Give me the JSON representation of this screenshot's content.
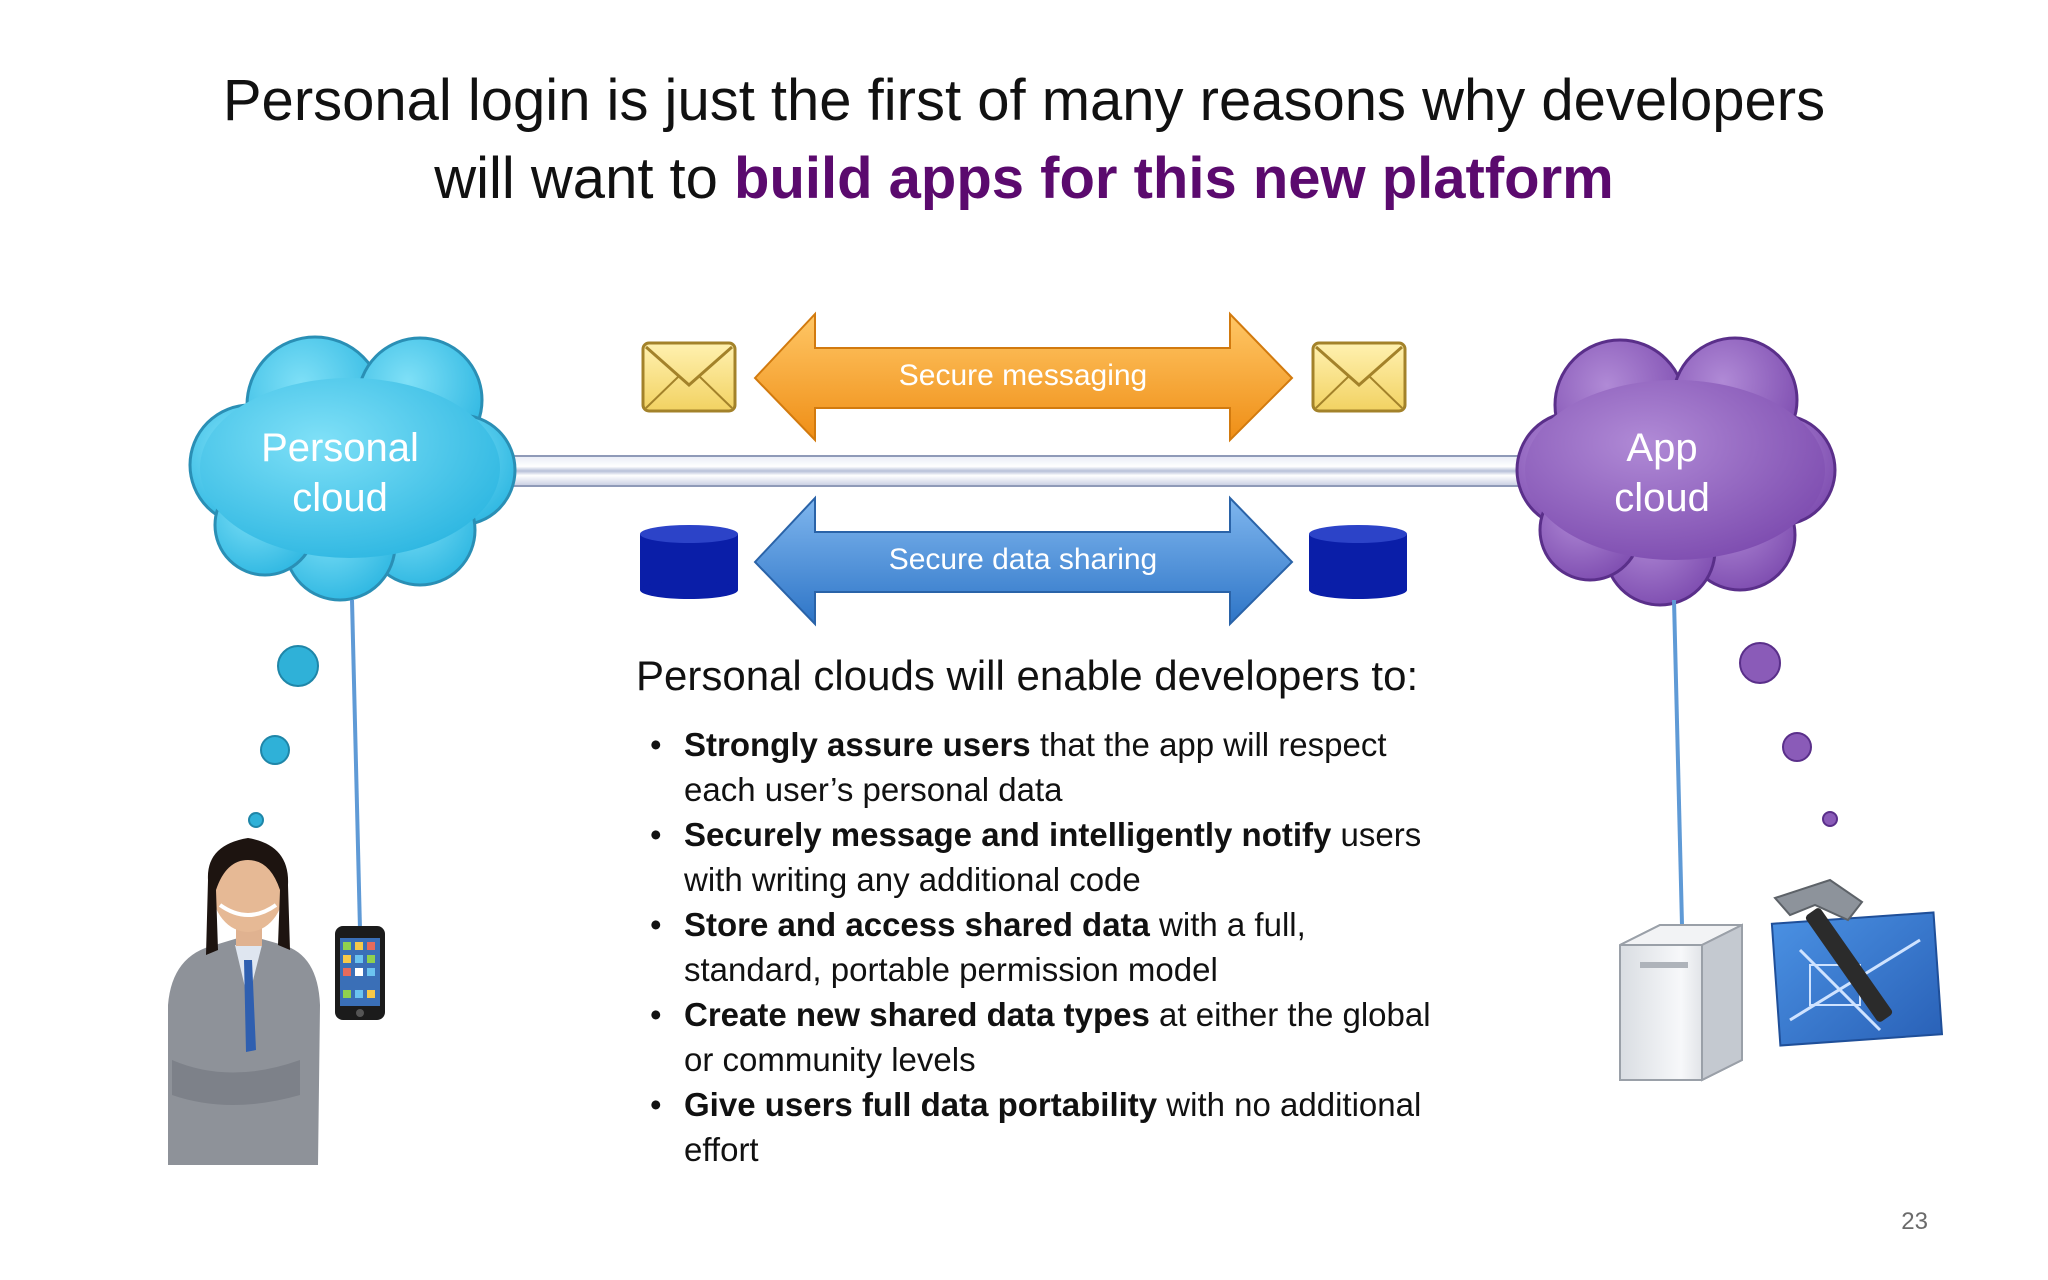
{
  "title": {
    "line1": "Personal login is just the first of many reasons why developers",
    "line2_prefix": "will want to ",
    "line2_highlight": "build apps for this new platform"
  },
  "clouds": {
    "personal": {
      "line1": "Personal",
      "line2": "cloud",
      "color": "#3cc3e6"
    },
    "app": {
      "line1": "App",
      "line2": "cloud",
      "color": "#8a5bb8"
    }
  },
  "arrows": {
    "messaging": {
      "label": "Secure messaging",
      "color": "#f3a028"
    },
    "data_sharing": {
      "label": "Secure data sharing",
      "color": "#3d86d3"
    }
  },
  "icons": {
    "envelope": "envelope-icon",
    "database": "database-icon",
    "phone": "smartphone-icon",
    "server": "server-icon",
    "tools": "hammer-blueprint-icon",
    "person": "woman-photo"
  },
  "subheading": "Personal clouds will enable developers to:",
  "bullets": [
    {
      "bold": "Strongly assure users",
      "rest": " that the app will respect each user’s personal data"
    },
    {
      "bold": "Securely message and intelligently notify",
      "rest": " users with writing any additional code"
    },
    {
      "bold": "Store and access shared data",
      "rest": " with a full, standard, portable permission model"
    },
    {
      "bold": "Create new shared data types",
      "rest": " at either the global or community levels"
    },
    {
      "bold": "Give users full data portability",
      "rest": " with no additional effort"
    }
  ],
  "page_number": "23",
  "colors": {
    "accent": "#5b0a6e"
  }
}
